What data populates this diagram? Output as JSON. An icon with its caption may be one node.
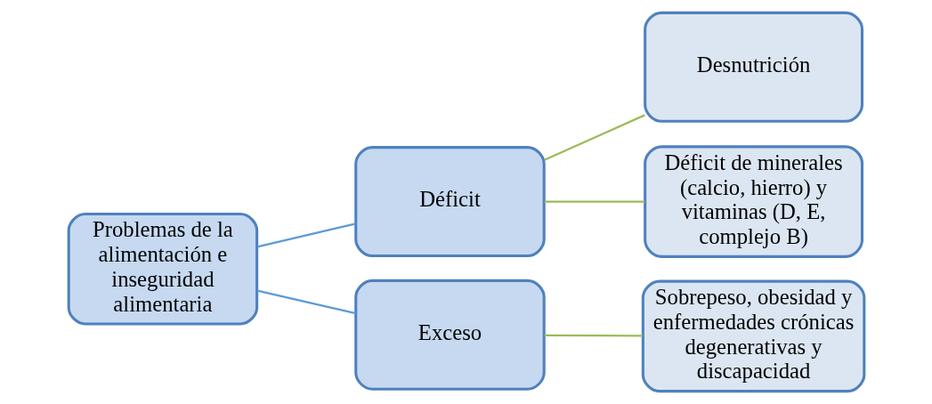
{
  "diagram": {
    "nodes": [
      {
        "text": [
          "Problemas de la alimentación e inseguridad alimentaria"
        ]
      },
      {
        "text": [
          "Déficit"
        ]
      },
      {
        "text": [
          "Exceso"
        ]
      },
      {
        "text": [
          "Desnutrición"
        ]
      },
      {
        "text": [
          "Déficit de minerales (calcio, hierro) y vitaminas (D, E, complejo B)"
        ]
      },
      {
        "text": [
          "Sobrepeso, obesidad y enfermedades crónicas degenerativas y discapacidad"
        ]
      }
    ],
    "edges": [
      {
        "from": 0,
        "to": 1,
        "arrow": "none",
        "color": "#5b9bd5"
      },
      {
        "from": 0,
        "to": 2,
        "arrow": "none",
        "color": "#5b9bd5"
      },
      {
        "from": 1,
        "to": 3,
        "arrow": "none"
      },
      {
        "from": 1,
        "to": 4,
        "arrow": "none"
      },
      {
        "from": 2,
        "to": 5,
        "arrow": "none"
      }
    ]
  }
}
